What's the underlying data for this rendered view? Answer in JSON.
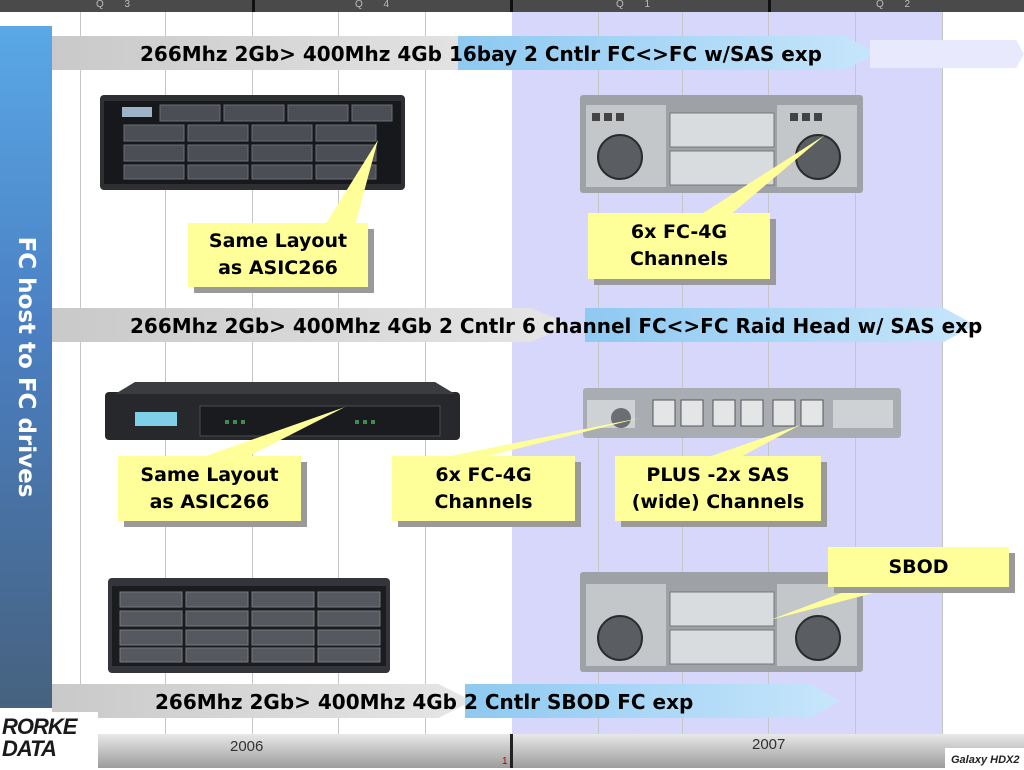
{
  "timeline": {
    "quarters": [
      "Q 3",
      "Q 4",
      "Q 1",
      "Q 2"
    ],
    "years": [
      "2006",
      "2007"
    ]
  },
  "sidebar": {
    "title": "FC host to FC drives"
  },
  "rows": [
    {
      "label": "266Mhz 2Gb> 400Mhz 4Gb 16bay 2 Cntlr FC<>FC w/SAS exp"
    },
    {
      "label": "266Mhz 2Gb> 400Mhz 4Gb 2 Cntlr 6 channel FC<>FC Raid Head w/ SAS exp"
    },
    {
      "label": "266Mhz 2Gb> 400Mhz 4Gb 2 Cntlr SBOD FC exp"
    }
  ],
  "callouts": {
    "same_layout_1": "Same Layout\nas ASIC266",
    "fc_channels_1": "6x FC-4G\nChannels",
    "same_layout_2": "Same Layout\nas ASIC266",
    "fc_channels_2": "6x FC-4G\nChannels",
    "sas_channels": "PLUS -2x SAS\n(wide) Channels",
    "sbod": "SBOD"
  },
  "branding": {
    "logo": "RORKE DATA",
    "footer_product": "Galaxy HDX2",
    "page_marker": "1"
  },
  "colors": {
    "accent_blue": "#5aa8e6",
    "callout_yellow": "#ffff99",
    "future_zone": "#d7d7fb"
  }
}
